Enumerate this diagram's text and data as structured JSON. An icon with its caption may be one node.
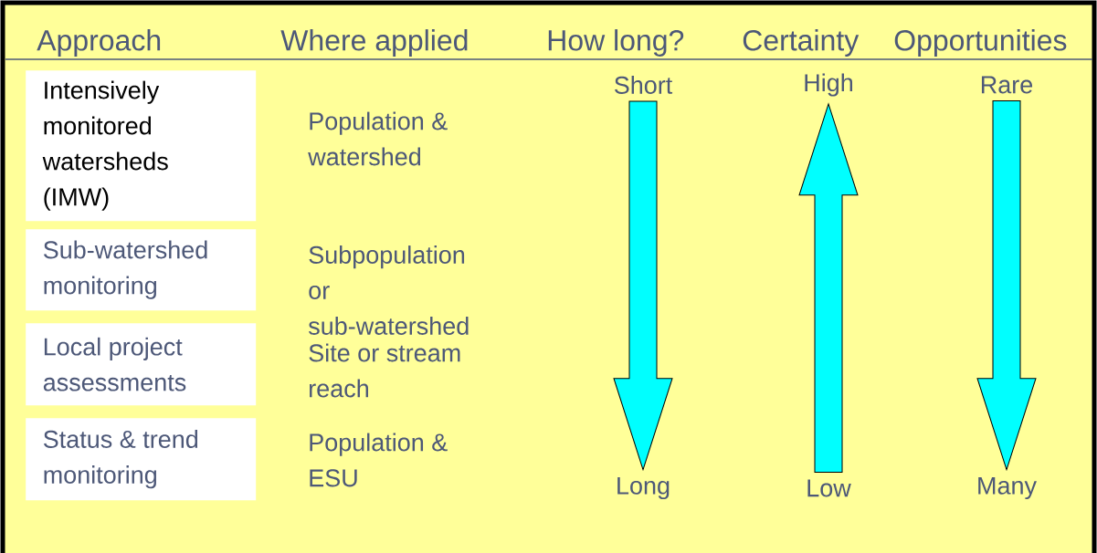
{
  "diagram": {
    "nodes": [
      {
        "text": [
          "Intensively monitored watersheds (IMW)"
        ]
      },
      {
        "text": [
          "Sub-watershed monitoring"
        ]
      },
      {
        "text": [
          "Local project assessments"
        ]
      },
      {
        "text": [
          "Status & trend monitoring"
        ]
      },
      {
        "text": [
          "Short"
        ]
      },
      {
        "text": [
          "Long"
        ]
      },
      {
        "text": [
          "High"
        ]
      },
      {
        "text": [
          "Low"
        ]
      },
      {
        "text": [
          "Rare"
        ]
      },
      {
        "text": [
          "Many"
        ]
      }
    ],
    "edges": [
      {
        "from": 4,
        "to": 5,
        "arrow": "to"
      },
      {
        "from": 7,
        "to": 6,
        "arrow": "to"
      },
      {
        "from": 8,
        "to": 9,
        "arrow": "to"
      }
    ],
    "labels": [
      "Approach",
      "Where applied",
      "How long?",
      "Certainty",
      "Opportunities",
      "Population & watershed",
      "Subpopulation or sub-watershed",
      "Site or stream reach",
      "Population & ESU"
    ]
  }
}
